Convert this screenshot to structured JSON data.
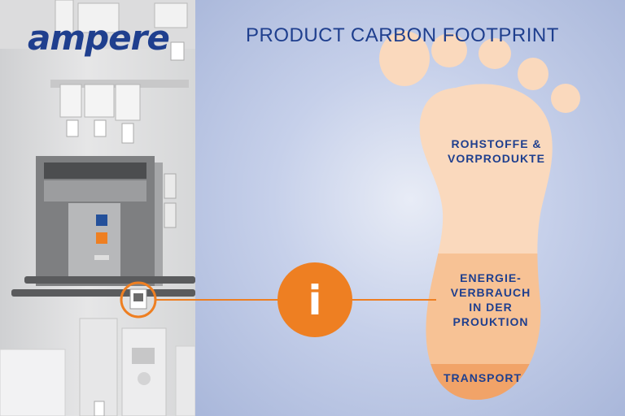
{
  "brand": {
    "name": "ampere"
  },
  "title": "PRODUCT CARBON FOOTPRINT",
  "stages": [
    {
      "label": "ROHSTOFFE &\nVORPRODUKTE",
      "color": "#fad9bd"
    },
    {
      "label": "ENERGIE-\nVERBRAUCH\nIN DER\nPROUKTION",
      "color": "#f7c295"
    },
    {
      "label": "TRANSPORT",
      "color": "#f1a368"
    }
  ],
  "info_marker": {
    "glyph": "i",
    "color": "#ee7f22"
  },
  "colors": {
    "brand_blue": "#1f3f8e",
    "accent_orange": "#ee7f22",
    "cabinet_gray": "#8c8d8f"
  }
}
